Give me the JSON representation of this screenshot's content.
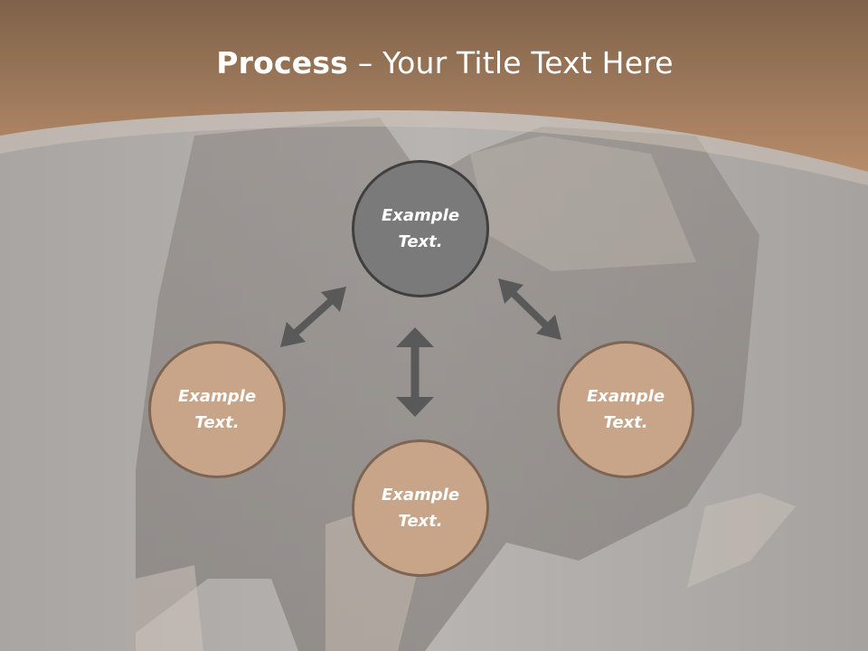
{
  "slide": {
    "title_bold": "Process",
    "title_rest": " – Your Title Text Here"
  },
  "diagram": {
    "nodes": [
      {
        "id": "top",
        "label": "Example Text."
      },
      {
        "id": "left",
        "label": "Example Text."
      },
      {
        "id": "bottom",
        "label": "Example Text."
      },
      {
        "id": "right",
        "label": "Example Text."
      }
    ],
    "connections": [
      {
        "from": "top",
        "to": "left",
        "type": "double-arrow"
      },
      {
        "from": "top",
        "to": "right",
        "type": "double-arrow"
      },
      {
        "from": "top",
        "to": "bottom",
        "type": "double-arrow"
      }
    ]
  },
  "colors": {
    "header_band": "#b08060",
    "center_node": "#7a7a7a",
    "outer_nodes": "#c8a588",
    "arrows": "#595959"
  },
  "icons": {
    "connector": "double-arrow-icon"
  }
}
